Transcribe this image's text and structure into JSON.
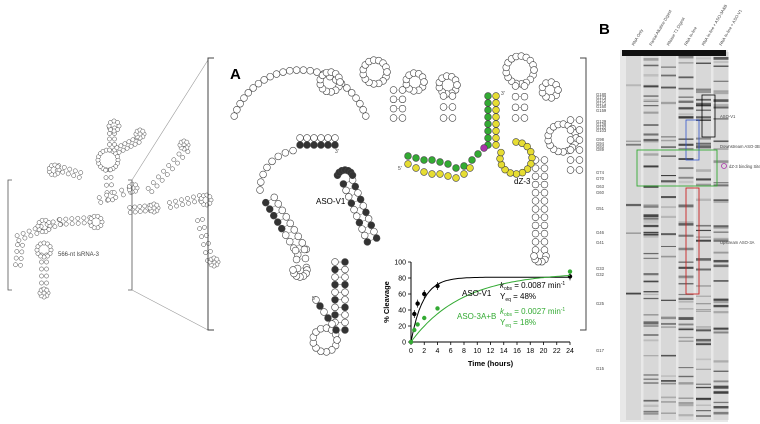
{
  "figure": {
    "left_structure": {
      "label": "566-nt lsRNA-3"
    },
    "panel_a": {
      "letter": "A",
      "labels": {
        "aso_v1": "ASO-V1",
        "dz3": "dZ-3",
        "five_prime_a": "5'",
        "three_prime_a": "3'",
        "five_prime_b": "5'",
        "three_prime_b": "3'",
        "five_prime_c": "5'"
      },
      "chart_data": {
        "type": "scatter",
        "xlabel": "Time (hours)",
        "ylabel": "% Cleavage",
        "xlim": [
          0,
          24
        ],
        "ylim": [
          0,
          100
        ],
        "xticks": [
          0,
          2,
          4,
          6,
          8,
          10,
          12,
          14,
          16,
          18,
          20,
          22,
          24
        ],
        "yticks": [
          0,
          20,
          40,
          60,
          80,
          100
        ],
        "series": [
          {
            "name": "ASO-V1",
            "color": "#000000",
            "x": [
              0,
              0.5,
              1,
              2,
              4,
              24
            ],
            "y": [
              0,
              35,
              48,
              60,
              70,
              82
            ],
            "fit": {
              "ymax": 81,
              "k": 0.0087
            },
            "kobs_label": "k",
            "kobs_sub": "obs",
            "kobs_value": " = 0.0087 min",
            "ymax_label": "Y",
            "ymax_sub": "eq",
            "ymax_value": " = 48%"
          },
          {
            "name": "ASO-3A+B",
            "color": "#33aa33",
            "x": [
              0,
              0.5,
              1,
              2,
              4,
              24
            ],
            "y": [
              0,
              15,
              22,
              30,
              42,
              88
            ],
            "fit": {
              "ymax": 87,
              "k": 0.0027
            },
            "kobs_label": "k",
            "kobs_sub": "obs",
            "kobs_value": " = 0.0027 min",
            "ymax_label": "Y",
            "ymax_sub": "eq",
            "ymax_value": " = 18%"
          }
        ],
        "unit_sup": "-1"
      }
    },
    "panel_b": {
      "letter": "B",
      "lanes": [
        "RNA Only",
        "Partial Alkaline Digest",
        "RNase T1 Digest",
        "RNA In-line",
        "RNA In-line + ASO-3A&B",
        "RNA In-line + ASO-V1"
      ],
      "g_labels": [
        "G180",
        "G173",
        "G172",
        "G171",
        "G160",
        "G159",
        "G129",
        "G128",
        "G122",
        "G103",
        "G98",
        "G89",
        "G74",
        "G70",
        "G63",
        "G60",
        "G51",
        "G46",
        "G41",
        "G33",
        "G32",
        "G25",
        "G17",
        "G15",
        "G94",
        "G93"
      ],
      "annotations": {
        "aso_v1": "ASO-V1",
        "downstream": "Downstream ASO-3B",
        "dz": "dZ-3 binding Site",
        "upstream": "Upstream ASO-3A"
      },
      "colors": {
        "blue": "#3355cc",
        "green": "#33aa33",
        "red": "#cc2222",
        "purple": "#aa33aa"
      }
    }
  }
}
